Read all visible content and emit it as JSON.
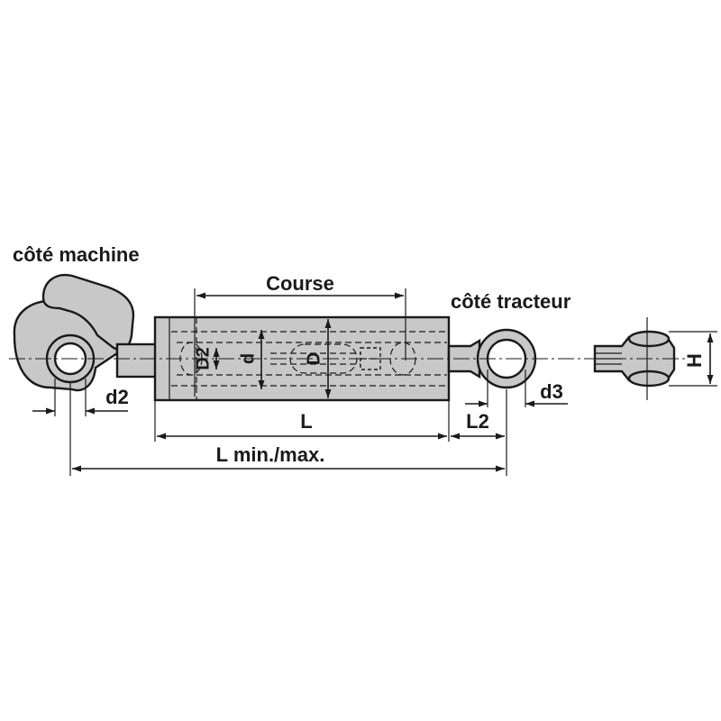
{
  "labels": {
    "side_machine": "côté machine",
    "side_tractor": "côté tracteur",
    "course": "Course",
    "D2": "D2",
    "d": "d",
    "D": "D",
    "d2": "d2",
    "d3": "d3",
    "H": "H",
    "L": "L",
    "L2": "L2",
    "L_minmax": "L min./max."
  },
  "colors": {
    "part_fill": "#c8c8c8",
    "line": "#1a1a1a",
    "background": "#ffffff"
  }
}
